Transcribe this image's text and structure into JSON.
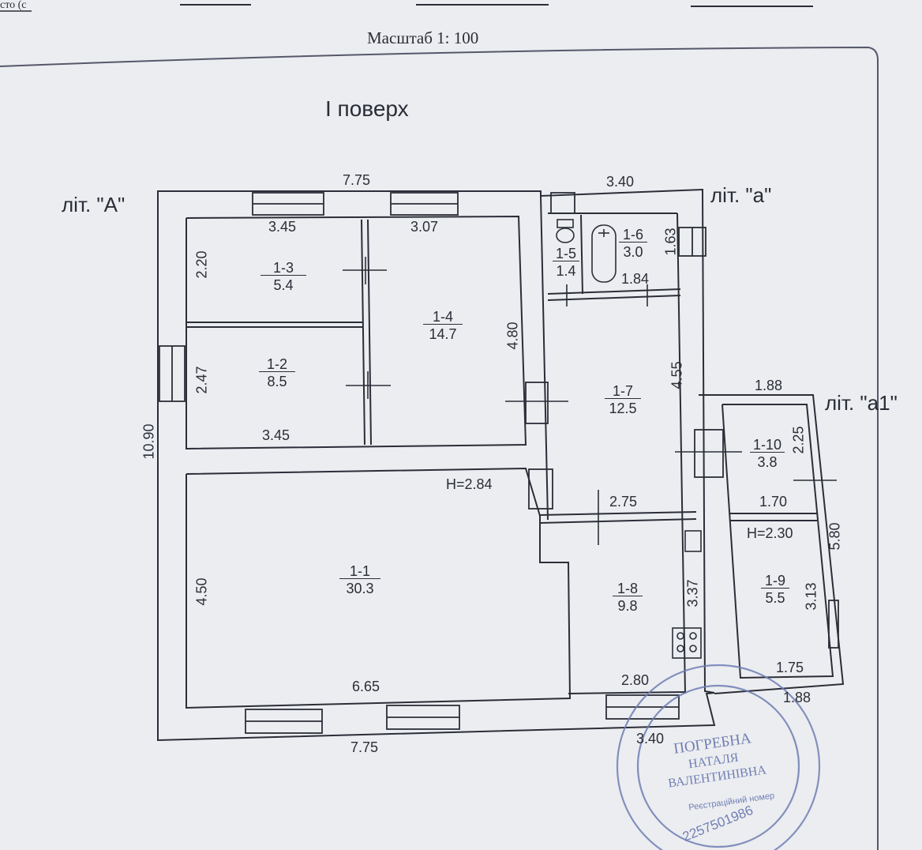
{
  "header": {
    "scale": "Масштаб 1: 100",
    "fragment": "сто (с"
  },
  "floor_title": "І поверх",
  "liter_labels": {
    "A": "літ. \"A\"",
    "a": "літ. \"а\"",
    "a1": "літ. \"а1\""
  },
  "rooms": [
    {
      "id": "1-1",
      "area": "30.3"
    },
    {
      "id": "1-2",
      "area": "8.5"
    },
    {
      "id": "1-3",
      "area": "5.4"
    },
    {
      "id": "1-4",
      "area": "14.7"
    },
    {
      "id": "1-5",
      "area": "1.4"
    },
    {
      "id": "1-6",
      "area": "3.0"
    },
    {
      "id": "1-7",
      "area": "12.5"
    },
    {
      "id": "1-8",
      "area": "9.8"
    },
    {
      "id": "1-9",
      "area": "5.5"
    },
    {
      "id": "1-10",
      "area": "3.8"
    }
  ],
  "heights": {
    "main": "Н=2.84",
    "annex": "Н=2.30"
  },
  "dimensions": {
    "top_A": "7.75",
    "top_a": "3.40",
    "left_total": "10.90",
    "bottom_A": "7.75",
    "bottom_a": "3.40",
    "r13_w": "3.45",
    "r13_h": "2.20",
    "r14_w": "3.07",
    "r14_h": "4.80",
    "r12_h": "2.47",
    "r12_w": "3.45",
    "r11_h": "4.50",
    "r11_w": "6.65",
    "r16_h": "1.63",
    "r16_w": "1.84",
    "r17_h": "4.55",
    "r17_w": "2.75",
    "r18_h": "3.37",
    "r18_w": "2.80",
    "a1_top": "1.88",
    "r110_h": "2.25",
    "r110_w": "1.70",
    "a1_total": "5.80",
    "r19_h": "3.13",
    "r19_w": "1.75",
    "a1_bottom": "1.88"
  },
  "stamp": {
    "name_line1": "ПОГРЕБНА",
    "name_line2": "НАТАЛЯ",
    "name_line3": "ВАЛЕНТИНІВНА",
    "role": "Реєстраційний номер",
    "number": "2257501986"
  },
  "colors": {
    "wall": "#2b2e38",
    "paper": "#ecedf0",
    "stamp": "#6f7fb4"
  }
}
